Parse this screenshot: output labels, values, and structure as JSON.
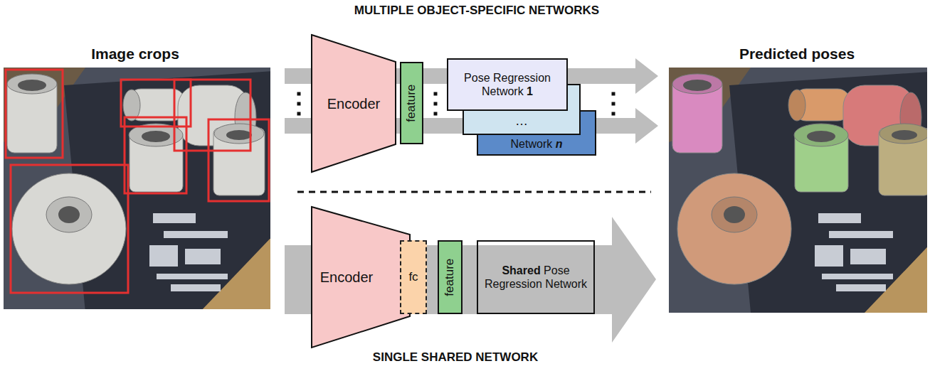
{
  "diagram": {
    "nodes": [
      {
        "text": [
          "Encoder"
        ]
      },
      {
        "text": [
          "feature"
        ]
      },
      {
        "text": [
          "Pose Regression Network 1"
        ]
      },
      {
        "text": [
          "…"
        ]
      },
      {
        "text": [
          "Network n"
        ]
      },
      {
        "text": [
          "Encoder"
        ]
      },
      {
        "text": [
          "fc"
        ]
      },
      {
        "text": [
          "feature"
        ]
      },
      {
        "text": [
          "Shared Pose Regression Network"
        ]
      }
    ],
    "labels": [
      "MULTIPLE OBJECT-SPECIFIC NETWORKS",
      "Image crops",
      "Predicted poses",
      "SINGLE SHARED NETWORK"
    ]
  }
}
